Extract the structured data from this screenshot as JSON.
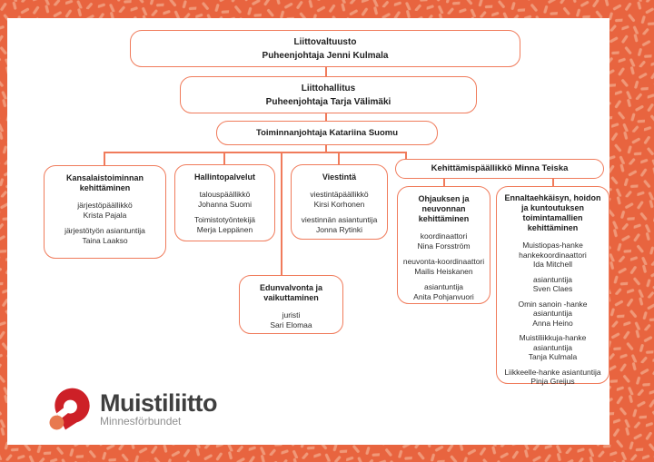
{
  "theme": {
    "frame_color": "#E8643F",
    "frame_dash_color": "#F09878",
    "panel_color": "#FFFFFF",
    "box_border_color": "#F07B5B",
    "title_color": "#1E1E1E",
    "body_color": "#2D2D2D",
    "logo_red": "#CD2027",
    "logo_orange": "#E8794F",
    "logo_text_color": "#3F3F3F",
    "logo_subtitle_color": "#8F8F8F"
  },
  "org": {
    "level1": {
      "line1": "Liittovaltuusto",
      "line2": "Puheenjohtaja Jenni Kulmala"
    },
    "level2": {
      "line1": "Liittohallitus",
      "line2": "Puheenjohtaja Tarja Välimäki"
    },
    "level3": {
      "line1": "Toiminnanjohtaja Katariina Suomu"
    },
    "development_manager": {
      "title": "Kehittämispäällikkö Minna Teiska"
    },
    "departments": [
      {
        "title": "Kansalaistoiminnan kehittäminen",
        "members": [
          {
            "role": "järjestöpäällikkö",
            "name": "Krista Pajala"
          },
          {
            "role": "järjestötyön asiantuntija",
            "name": "Taina Laakso"
          }
        ]
      },
      {
        "title": "Hallintopalvelut",
        "members": [
          {
            "role": "talouspäällikkö",
            "name": "Johanna Suomi"
          },
          {
            "role": "Toimistotyöntekijä",
            "name": "Merja Leppänen"
          }
        ]
      },
      {
        "title": "Viestintä",
        "members": [
          {
            "role": "viestintäpäällikkö",
            "name": "Kirsi Korhonen"
          },
          {
            "role": "viestinnän asiantuntija",
            "name": "Jonna Rytinki"
          }
        ]
      },
      {
        "title": "Edunvalvonta ja vaikuttaminen",
        "members": [
          {
            "role": "juristi",
            "name": "Sari Elomaa"
          }
        ]
      },
      {
        "title": "Ohjauksen ja neuvonnan kehittäminen",
        "members": [
          {
            "role": "koordinaattori",
            "name": "Nina Forsström"
          },
          {
            "role": "neuvonta-koordinaattori",
            "name": "Mailis Heiskanen"
          },
          {
            "role": "asiantuntija",
            "name": "Anita Pohjanvuori"
          }
        ]
      },
      {
        "title": "Ennaltaehkäisyn, hoidon ja kuntoutuksen toimintamallien kehittäminen",
        "members": [
          {
            "role": "Muistiopas-hanke hankekoordinaattori",
            "name": "Ida Mitchell"
          },
          {
            "role": "asiantuntija",
            "name": "Sven Claes"
          },
          {
            "role": "Omin sanoin -hanke asiantuntija",
            "name": "Anna Heino"
          },
          {
            "role": "Muistiliikkuja-hanke asiantuntija",
            "name": "Tanja Kulmala"
          },
          {
            "role": "Liikkeelle-hanke asiantuntija",
            "name": "Pinja Greijus"
          }
        ]
      }
    ]
  },
  "logo": {
    "name": "Muistiliitto",
    "subtitle": "Minnesförbundet"
  }
}
